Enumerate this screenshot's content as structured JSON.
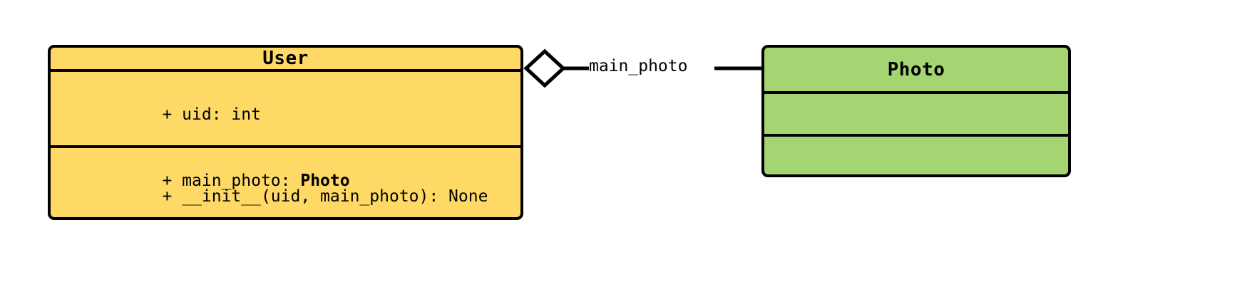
{
  "diagram": {
    "kind": "uml-class-diagram",
    "background_color": "#ffffff",
    "stroke_color": "#000000"
  },
  "classes": [
    {
      "id": "user",
      "name": "User",
      "fill_color": "#ffd966",
      "attributes": [
        {
          "visibility": "+",
          "text": "+ uid: int",
          "prefix": "+ uid: int",
          "type_ref": ""
        },
        {
          "visibility": "+",
          "text": "+ main_photo: Photo",
          "prefix": "+ main_photo: ",
          "type_ref": "Photo"
        }
      ],
      "methods": [
        {
          "visibility": "+",
          "text": "+ __init__(uid, main_photo): None",
          "prefix": "+ __init__(uid, main_photo): None",
          "type_ref": ""
        }
      ]
    },
    {
      "id": "photo",
      "name": "Photo",
      "fill_color": "#a5d572",
      "attributes": [],
      "methods": []
    }
  ],
  "relationship": {
    "type": "aggregation",
    "label": "main_photo",
    "source": "User",
    "target": "Photo",
    "diamond_fill": "#ffffff"
  }
}
